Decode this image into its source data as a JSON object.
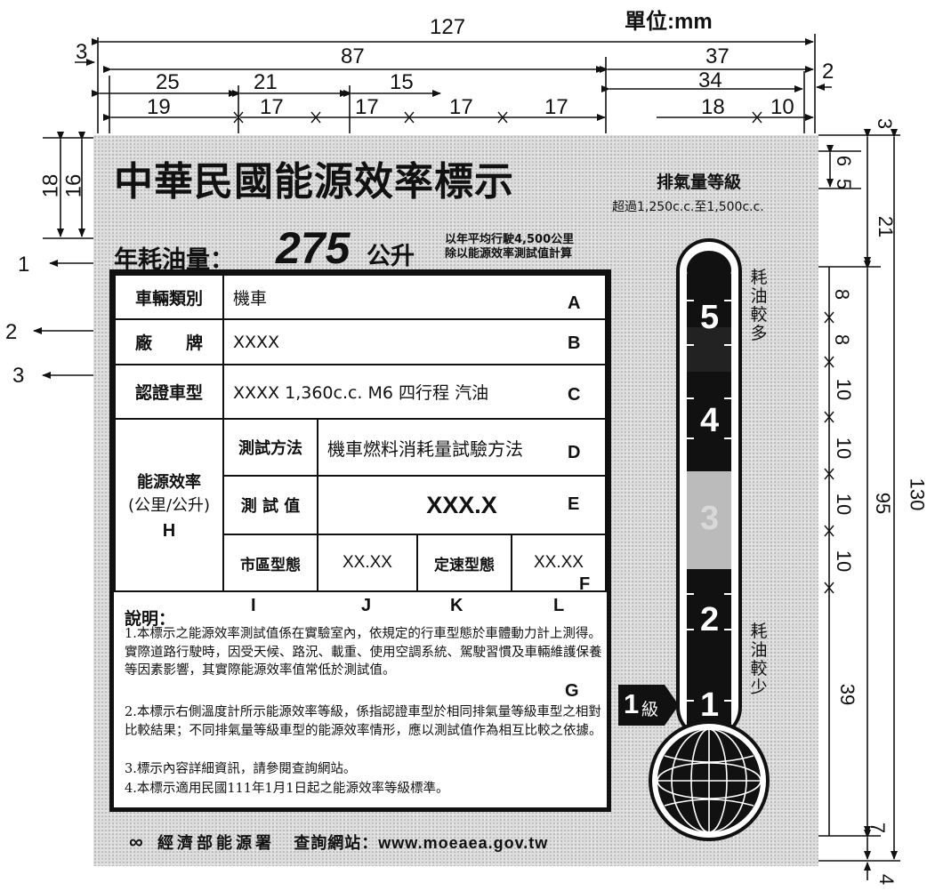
{
  "dimensions": {
    "unit": "單位:mm",
    "top_row1": {
      "overall": "127",
      "left_margin": "3"
    },
    "top_row2": {
      "left_block": "87",
      "right_block": "37",
      "right_margin": "2"
    },
    "top_row3": {
      "d1": "25",
      "d2": "21",
      "d3": "15",
      "d4": "34"
    },
    "top_row4": {
      "d1": "19",
      "d2": "17",
      "d3": "17",
      "d4": "17",
      "d5": "17",
      "d6": "18",
      "d7": "10"
    },
    "left": {
      "outer": "18",
      "inner": "16"
    },
    "right_small": {
      "top": "3",
      "a": "6",
      "b": "5",
      "gap": "21"
    },
    "right_thermo": {
      "s1": "8",
      "s2": "8",
      "s3": "10",
      "s4": "10",
      "s5": "10",
      "s6": "10",
      "bottom": "39",
      "base": "7",
      "total_scale": "95",
      "total": "130",
      "end": "4"
    }
  },
  "callouts": [
    "1",
    "2",
    "3"
  ],
  "label": {
    "title": "中華民國能源效率標示",
    "fuel": {
      "label": "年耗油量：",
      "value": "275",
      "unit": "公升",
      "note_line1": "以年平均行駛4,500公里",
      "note_line2": "除以能源效率測試值計算"
    },
    "emission": {
      "title": "排氣量等級",
      "range": "超過1,250c.c.至1,500c.c."
    },
    "rows": [
      {
        "label": "車輛類別",
        "value": "機車",
        "code": "A"
      },
      {
        "label": "廠　　牌",
        "value": "XXXX",
        "code": "B"
      },
      {
        "label": "認證車型",
        "value": "XXXX 1,360c.c. M6 四行程 汽油",
        "code": "C"
      }
    ],
    "efficiency": {
      "label_line1": "能源效率",
      "label_line2": "(公里/公升)",
      "code": "H",
      "method_label": "測試方法",
      "method_value": "機車燃料消耗量試驗方法",
      "method_code": "D",
      "test_label": "測 試 值",
      "test_value": "XXX.X",
      "test_code": "E",
      "urban_label": "市區型態",
      "urban_value": "XX.XX",
      "const_label": "定速型態",
      "const_value": "XX.XX",
      "const_code": "F"
    },
    "column_codes": [
      "I",
      "J",
      "K",
      "L"
    ],
    "explanation_title": "說明：",
    "explanations": [
      "1.本標示之能源效率測試值係在實驗室內，依規定的行車型態於車體動力計上測得。實際道路行駛時，因受天候、路況、載重、使用空調系統、駕駛習慣及車輛維護保養等因素影響，其實際能源效率值常低於測試值。",
      "2.本標示右側溫度計所示能源效率等級，係指認證車型於相同排氣量等級車型之相對比較結果；不同排氣量等級車型的能源效率情形，應以測試值作為相互比較之依據。",
      "3.標示內容詳細資訊，請參閱查詢網站。",
      "4.本標示適用民國111年1月1日起之能源效率等級標準。"
    ],
    "g_code": "G",
    "footer_agency": "經濟部能源署",
    "footer_site": "查詢網站：www.moeaea.gov.tw",
    "thermo": {
      "grades": [
        "5",
        "4",
        "3",
        "2",
        "1"
      ],
      "high_label": "耗油較多",
      "low_label": "耗油較少",
      "current_grade": "1",
      "current_suffix": "級"
    }
  }
}
